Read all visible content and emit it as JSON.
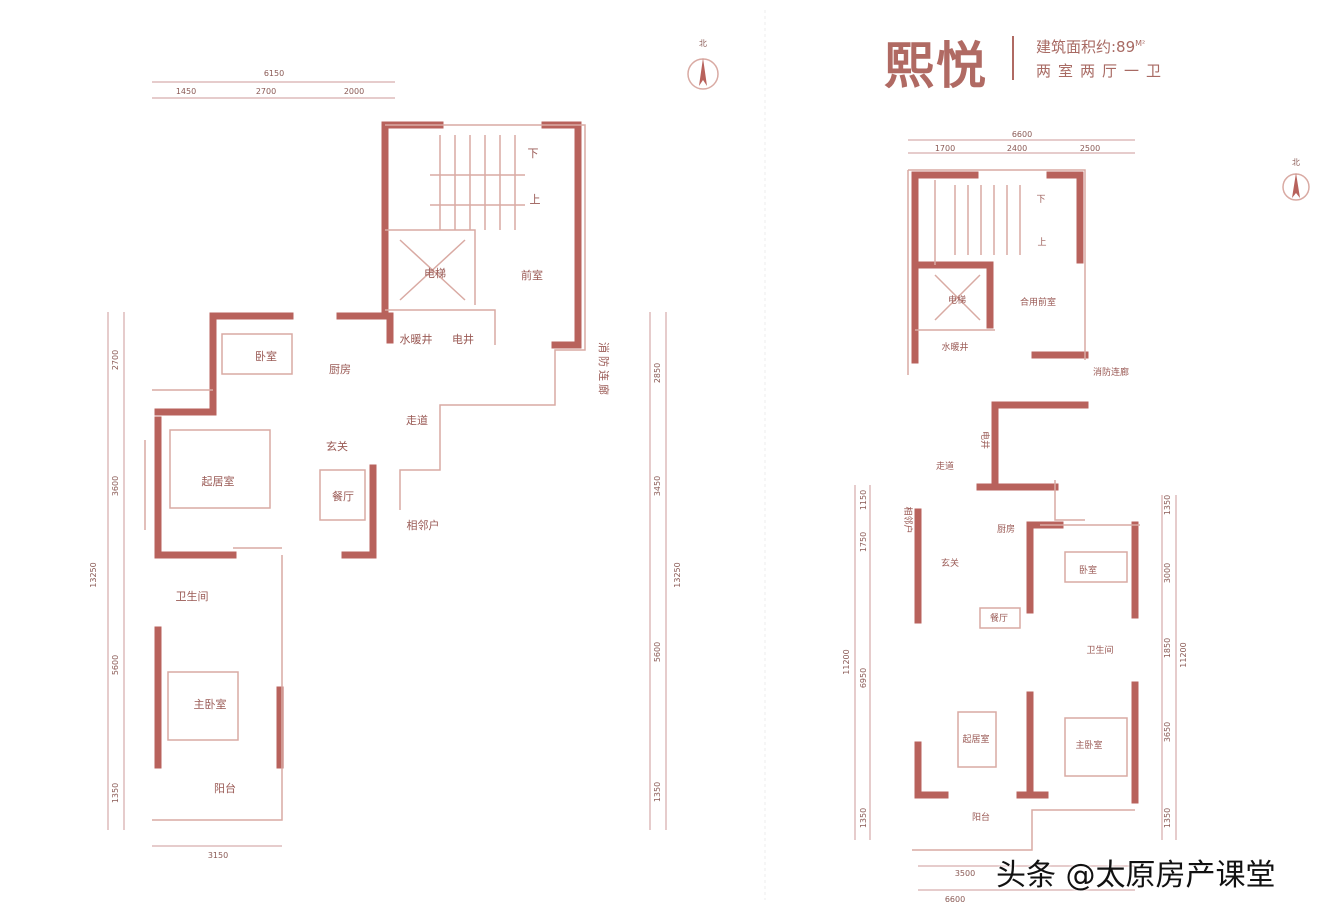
{
  "header": {
    "name": "熙悦",
    "area_label": "建筑面积约:89",
    "area_unit": "M²",
    "layout": "两室两厅一卫"
  },
  "north_label": "北",
  "watermark": "头条 @太原房产课堂",
  "colors": {
    "wall": "#b8625c",
    "text": "#9a5a55",
    "title": "#b06a63"
  },
  "plan_left": {
    "dims_top": {
      "total": "6150",
      "parts": [
        "1450",
        "2700",
        "2000"
      ]
    },
    "dims_left": {
      "total": "13250",
      "parts": [
        "2700",
        "3600",
        "5600",
        "1350"
      ]
    },
    "dims_right": {
      "total": "13250",
      "parts": [
        "2850",
        "3450",
        "5600",
        "1350"
      ]
    },
    "dims_bottom": "3150",
    "rooms": {
      "down": "下",
      "up": "上",
      "elevator": "电梯",
      "lobby": "前室",
      "water_shaft": "水暖井",
      "elec_shaft": "电井",
      "fire_corridor": "消防连廊",
      "bedroom": "卧室",
      "kitchen": "厨房",
      "corridor": "走道",
      "foyer": "玄关",
      "living": "起居室",
      "dining": "餐厅",
      "neighbor": "相邻户",
      "bathroom": "卫生间",
      "master": "主卧室",
      "balcony": "阳台"
    }
  },
  "plan_right": {
    "dims_top": {
      "total": "6600",
      "parts": [
        "1700",
        "2400",
        "2500"
      ]
    },
    "dims_left": {
      "total": "11200",
      "parts": [
        "1150",
        "1750",
        "6950",
        "1350"
      ]
    },
    "dims_right": {
      "total": "11200",
      "parts": [
        "1350",
        "3000",
        "1850",
        "3650",
        "1350"
      ]
    },
    "dims_bottom": {
      "part": "3500",
      "total": "6600"
    },
    "rooms": {
      "down": "下",
      "up": "上",
      "elevator": "电梯",
      "lobby": "合用前室",
      "water_shaft": "水暖井",
      "fire_corridor": "消防连廊",
      "elec_shaft": "电井",
      "corridor": "走道",
      "neighbor": "相邻户",
      "kitchen": "厨房",
      "foyer": "玄关",
      "bedroom": "卧室",
      "dining": "餐厅",
      "bathroom": "卫生间",
      "living": "起居室",
      "master": "主卧室",
      "balcony": "阳台"
    }
  }
}
